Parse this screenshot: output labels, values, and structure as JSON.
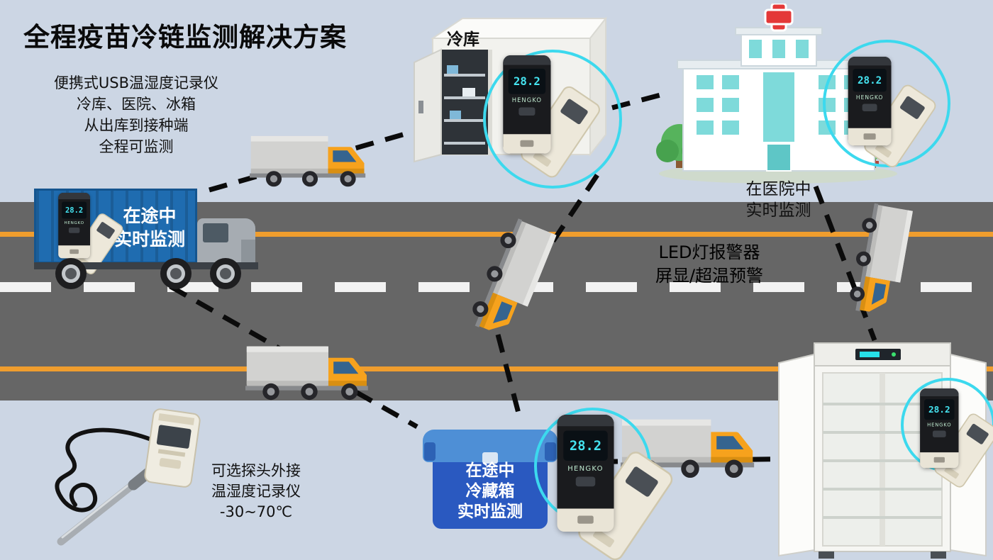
{
  "title": "全程疫苗冷链监测解决方案",
  "intro": {
    "line1": "便携式USB温湿度记录仪",
    "line2": "冷库、医院、冰箱",
    "line3": "从出库到接种端",
    "line4": "全程可监测"
  },
  "cold_storage": {
    "label": "冷库"
  },
  "hospital": {
    "line1": "在医院中",
    "line2": "实时监测"
  },
  "transit_truck": {
    "line1": "在途中",
    "line2": "实时监测"
  },
  "led_alarm": {
    "line1": "LED灯报警器",
    "line2": "屏显/超温预警"
  },
  "probe_logger": {
    "line1": "可选探头外接",
    "line2": "温湿度记录仪",
    "line3": "-30~70℃"
  },
  "cooler_box": {
    "line1": "在途中",
    "line2": "冷藏箱",
    "line3": "实时监测"
  },
  "device": {
    "brand": "HENGKO",
    "reading": "28.2"
  },
  "colors": {
    "background": "#ccd6e4",
    "road_gray": "#666666",
    "road_stripe_orange": "#ef9d2e",
    "lane_dash_white": "#f2f2f2",
    "accent_cyan": "#3cd9ee",
    "container_blue": "#1f6cb0",
    "cooler_blue": "#2a59c0",
    "truck_cab_orange": "#f6a21d",
    "hospital_window_teal": "#7edada",
    "cross_red": "#e43838",
    "lcd_cyan": "#45e3f0"
  }
}
